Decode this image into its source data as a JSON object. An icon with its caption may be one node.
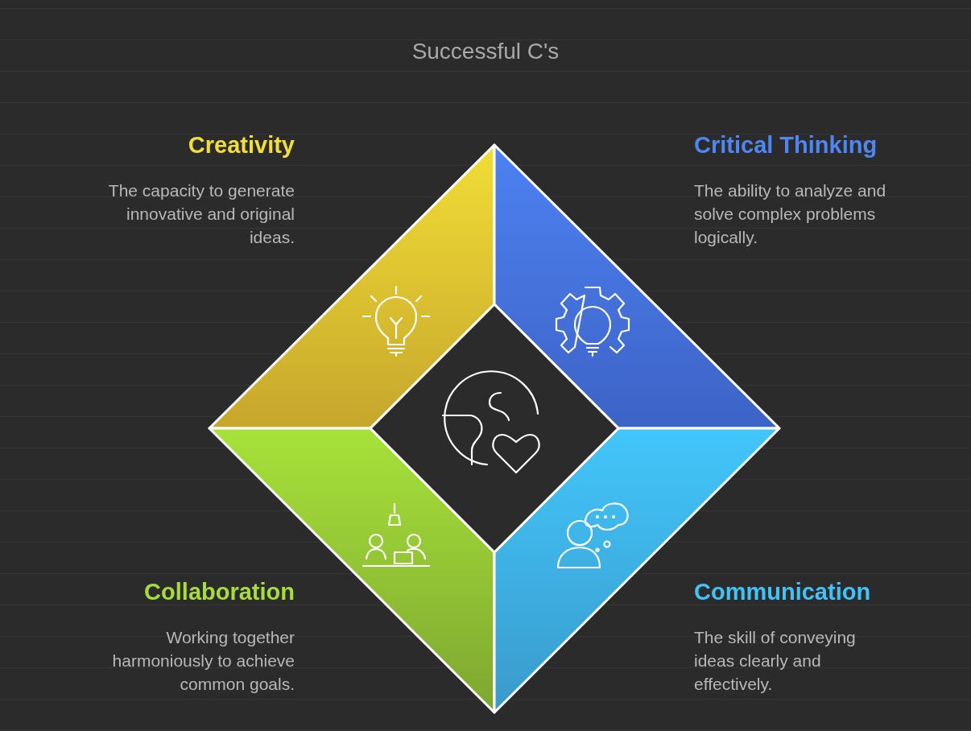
{
  "diagram": {
    "title": "Successful C's",
    "nodes": [
      {
        "text": [
          "Creativity",
          "The capacity to generate innovative and original ideas."
        ]
      },
      {
        "text": [
          "Critical Thinking",
          "The ability to analyze and solve complex problems logically."
        ]
      },
      {
        "text": [
          "Collaboration",
          "Working together harmoniously to achieve common goals."
        ]
      },
      {
        "text": [
          "Communication",
          "The skill of conveying ideas clearly and effectively."
        ]
      }
    ]
  }
}
